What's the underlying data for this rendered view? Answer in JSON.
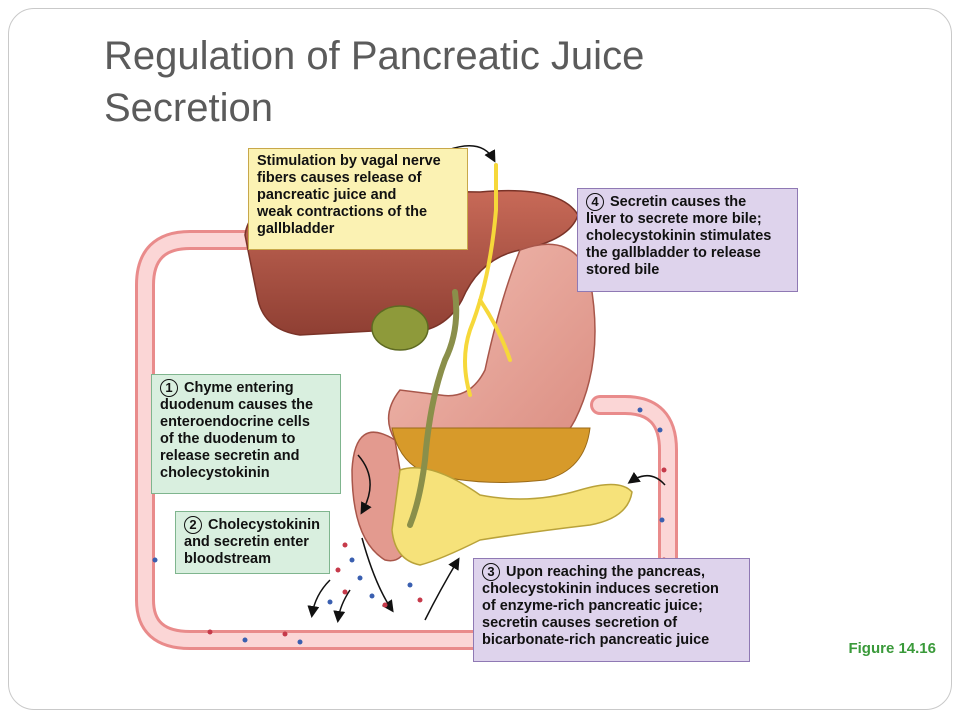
{
  "slide": {
    "title_line1": "Regulation of Pancreatic Juice",
    "title_line2": "Secretion",
    "figure_label": "Figure 14.16"
  },
  "callouts": {
    "vagal": {
      "lines": [
        "Stimulation by vagal nerve",
        "fibers causes release of",
        "pancreatic juice and",
        "weak contractions of the",
        "gallbladder"
      ]
    },
    "step1": {
      "number": "1",
      "lines": [
        "Chyme entering",
        "duodenum causes the",
        "enteroendocrine cells",
        "of the duodenum to",
        "release secretin and",
        "cholecystokinin"
      ]
    },
    "step2": {
      "number": "2",
      "lines": [
        "Cholecystokinin",
        "and secretin enter",
        "bloodstream"
      ]
    },
    "step3": {
      "number": "3",
      "lines": [
        "Upon reaching the pancreas,",
        "cholecystokinin induces secretion",
        "of enzyme-rich pancreatic juice;",
        "secretin causes secretion of",
        "bicarbonate-rich pancreatic juice"
      ]
    },
    "step4": {
      "number": "4",
      "lines": [
        "Secretin causes the",
        "liver to secrete more bile;",
        "cholecystokinin stimulates",
        "the gallbladder to release",
        "stored bile"
      ]
    }
  },
  "colors": {
    "vessel": "#f3a3a3",
    "liver": "#b85a4a",
    "stomach": "#e7a69c",
    "pancreas": "#f6e27a",
    "nerve": "#f6d83a",
    "duct": "#8a8f4a",
    "chyme": "#d79a2a",
    "figure_label": "#3a9a3a"
  }
}
